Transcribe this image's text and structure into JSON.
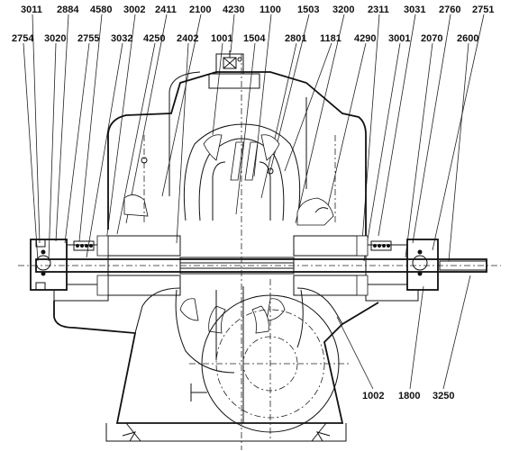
{
  "labels": {
    "row1": [
      "3011",
      "2884",
      "4580",
      "3002",
      "2411",
      "2100",
      "4230",
      "1100",
      "1503",
      "3200",
      "2311",
      "3031",
      "2760",
      "2751"
    ],
    "row2": [
      "2754",
      "3020",
      "2755",
      "3032",
      "4250",
      "2402",
      "1001",
      "1504",
      "2801",
      "1181",
      "4290",
      "3001",
      "2070",
      "2600"
    ],
    "bottom": [
      "1002",
      "1800",
      "3250"
    ]
  }
}
